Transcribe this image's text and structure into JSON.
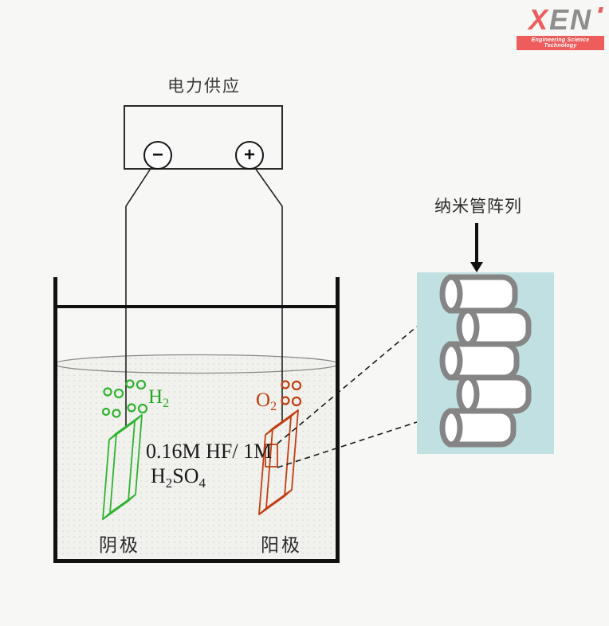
{
  "logo": {
    "x": "X",
    "en": "EN",
    "banner": "Engineering Science Technology"
  },
  "power_supply": {
    "label": "电力供应",
    "negative_terminal": "−",
    "positive_terminal": "+"
  },
  "electrolysis": {
    "cathode_label": "阴极",
    "anode_label": "阳极",
    "hydrogen_symbol": "H",
    "hydrogen_sub": "2",
    "oxygen_symbol": "O",
    "oxygen_sub": "2",
    "electrolyte_line1": "0.16M HF/ 1M",
    "electrolyte_h": "H",
    "electrolyte_h_sub": "2",
    "electrolyte_so": "SO",
    "electrolyte_so_sub": "4"
  },
  "nanotube_panel": {
    "label": "纳米管阵列"
  },
  "colors": {
    "cathode_green": "#2fb32f",
    "anode_red": "#c23d12",
    "panel_blue": "#c0e0e1",
    "tube_gray": "#858585",
    "wire_black": "#222222",
    "beaker_black": "#111111",
    "logo_red": "#ee5c5c",
    "logo_gray": "#8e8e8e"
  }
}
